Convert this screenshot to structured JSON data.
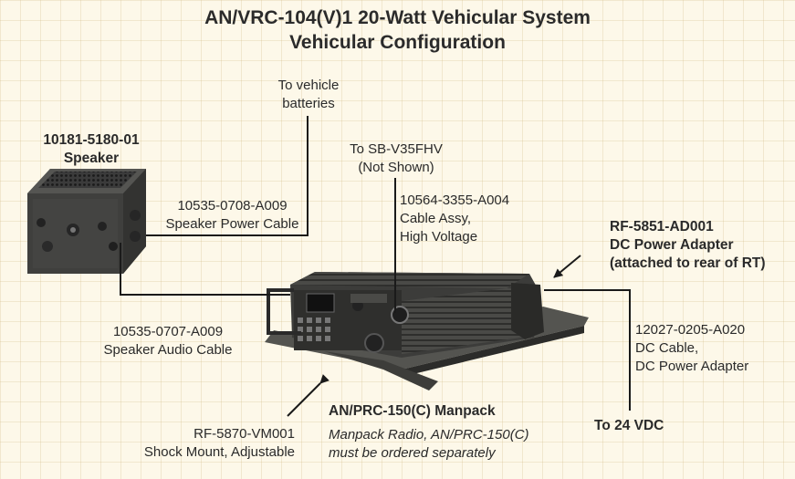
{
  "title": {
    "line1": "AN/VRC-104(V)1  20-Watt Vehicular System",
    "line2": "Vehicular Configuration"
  },
  "labels": {
    "vehicle_batteries": [
      "To vehicle",
      "batteries"
    ],
    "speaker_part": "10181-5180-01",
    "speaker_name": "Speaker",
    "speaker_power_cable_part": "10535-0708-A009",
    "speaker_power_cable_name": "Speaker Power Cable",
    "sb_v35fhv": [
      "To SB-V35FHV",
      "(Not Shown)"
    ],
    "hv_cable_part": "10564-3355-A004",
    "hv_cable_name": [
      "Cable Assy,",
      "High Voltage"
    ],
    "dc_adapter_part": "RF-5851-AD001",
    "dc_adapter_name": [
      "DC Power Adapter",
      "(attached to rear of RT)"
    ],
    "speaker_audio_cable_part": "10535-0707-A009",
    "speaker_audio_cable_name": "Speaker Audio Cable",
    "dc_cable_part": "12027-0205-A020",
    "dc_cable_name": [
      "DC Cable,",
      "DC Power Adapter"
    ],
    "manpack_title": "AN/PRC-150(C) Manpack",
    "manpack_note": [
      "Manpack Radio, AN/PRC-150(C)",
      "must be ordered separately"
    ],
    "to_24vdc": "To 24 VDC",
    "shock_mount_part": "RF-5870-VM001",
    "shock_mount_name": "Shock Mount, Adjustable"
  },
  "colors": {
    "background": "#fdf8e9",
    "grid": "#e3cfa3",
    "cable": "#1a1a1a",
    "equipment": "#3a3a38"
  }
}
